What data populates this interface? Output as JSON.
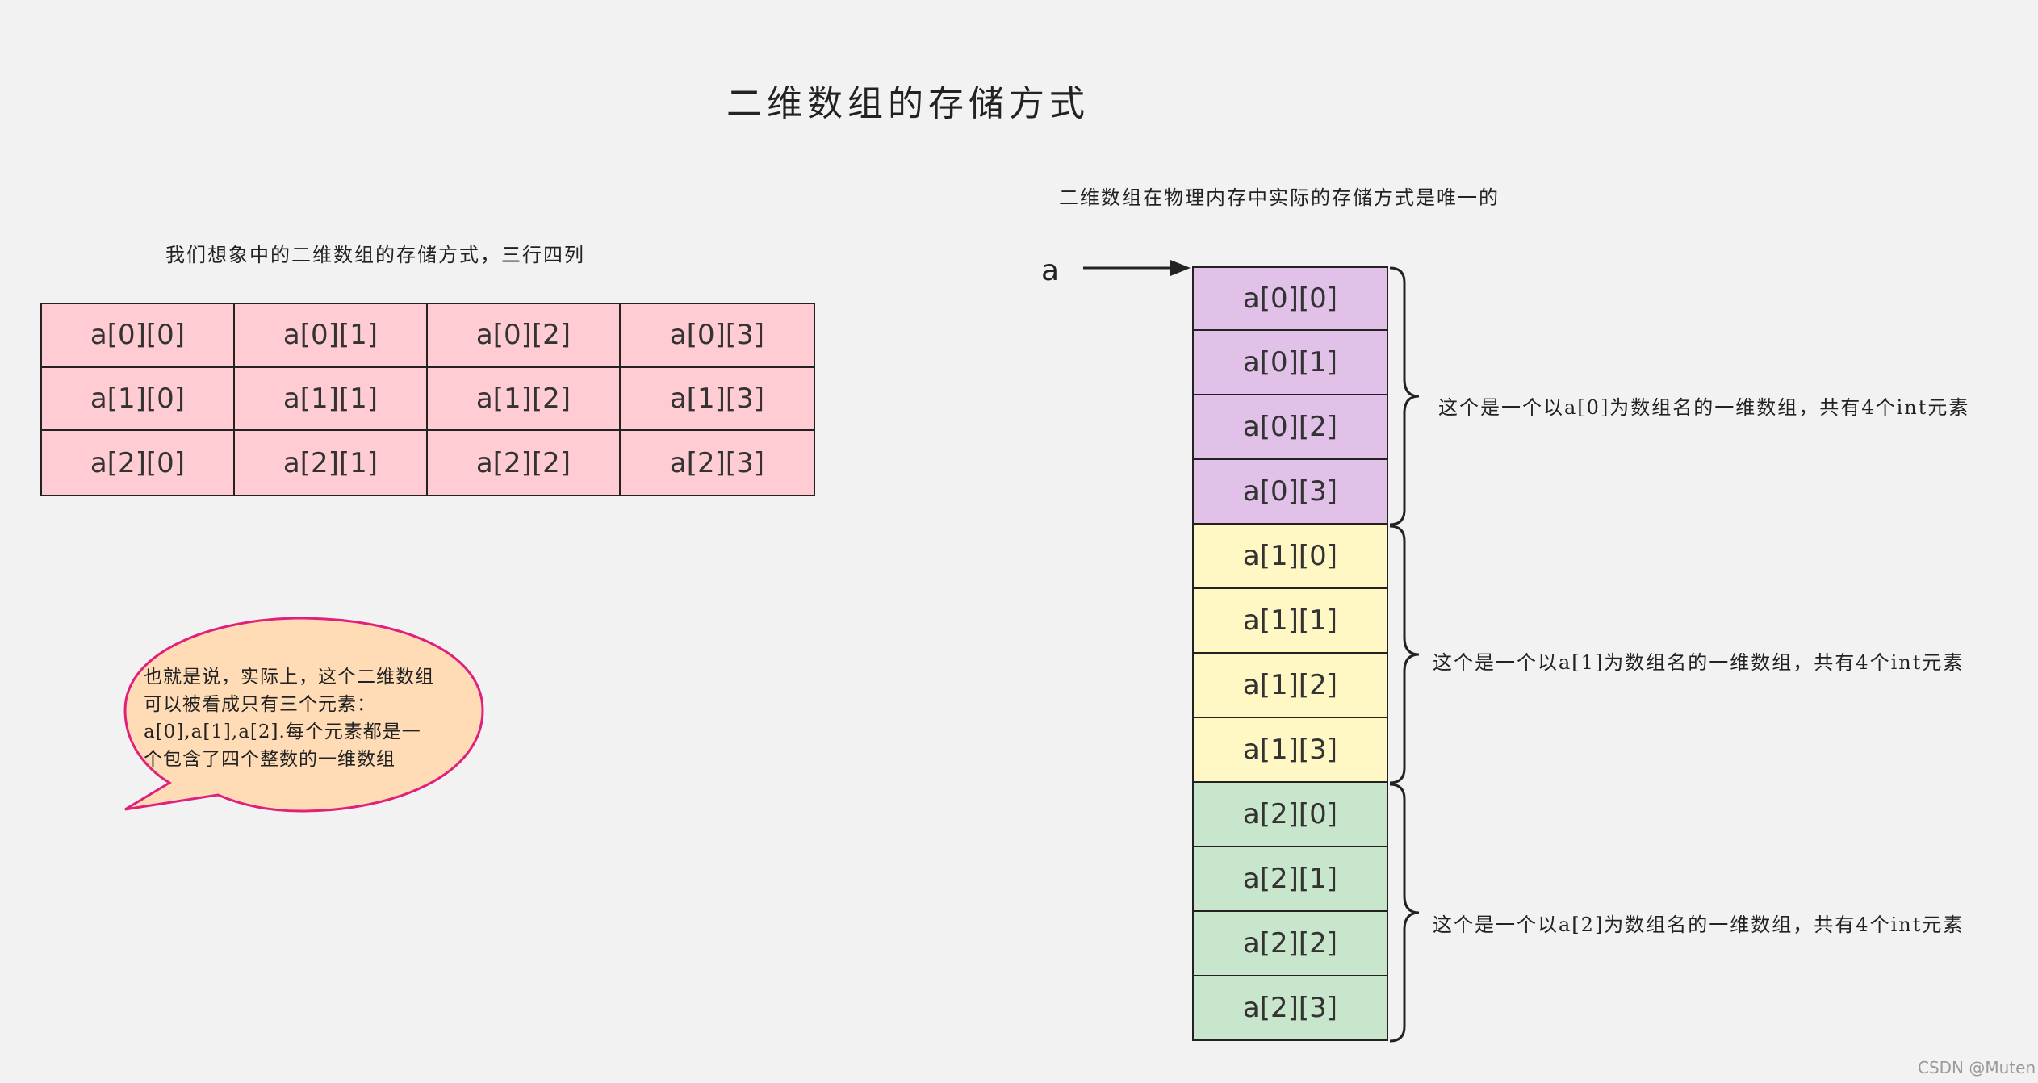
{
  "title": "二维数组的存储方式",
  "left_caption": "我们想象中的二维数组的存储方式，三行四列",
  "right_caption": "二维数组在物理内存中实际的存储方式是唯一的",
  "grid": [
    [
      "a[0][0]",
      "a[0][1]",
      "a[0][2]",
      "a[0][3]"
    ],
    [
      "a[1][0]",
      "a[1][1]",
      "a[1][2]",
      "a[1][3]"
    ],
    [
      "a[2][0]",
      "a[2][1]",
      "a[2][2]",
      "a[2][3]"
    ]
  ],
  "pointer_label": "a",
  "linear_cells": [
    "a[0][0]",
    "a[0][1]",
    "a[0][2]",
    "a[0][3]",
    "a[1][0]",
    "a[1][1]",
    "a[1][2]",
    "a[1][3]",
    "a[2][0]",
    "a[2][1]",
    "a[2][2]",
    "a[2][3]"
  ],
  "brace_notes": [
    "这个是一个以a[0]为数组名的一维数组，共有4个int元素",
    "这个是一个以a[1]为数组名的一维数组，共有4个int元素",
    "这个是一个以a[2]为数组名的一维数组，共有4个int元素"
  ],
  "bubble_lines": [
    "也就是说，实际上，这个二维数组",
    "可以被看成只有三个元素：",
    "a[0],a[1],a[2].每个元素都是一",
    "个包含了四个整数的一维数组"
  ],
  "colors": {
    "grid_fill": "#ffccd4",
    "row0_fill": "#e1c1e8",
    "row1_fill": "#fff8c4",
    "row2_fill": "#c8e6cc",
    "bubble_fill": "#ffdcb5",
    "bubble_stroke": "#e0207a"
  },
  "footer": "CSDN @Muten"
}
